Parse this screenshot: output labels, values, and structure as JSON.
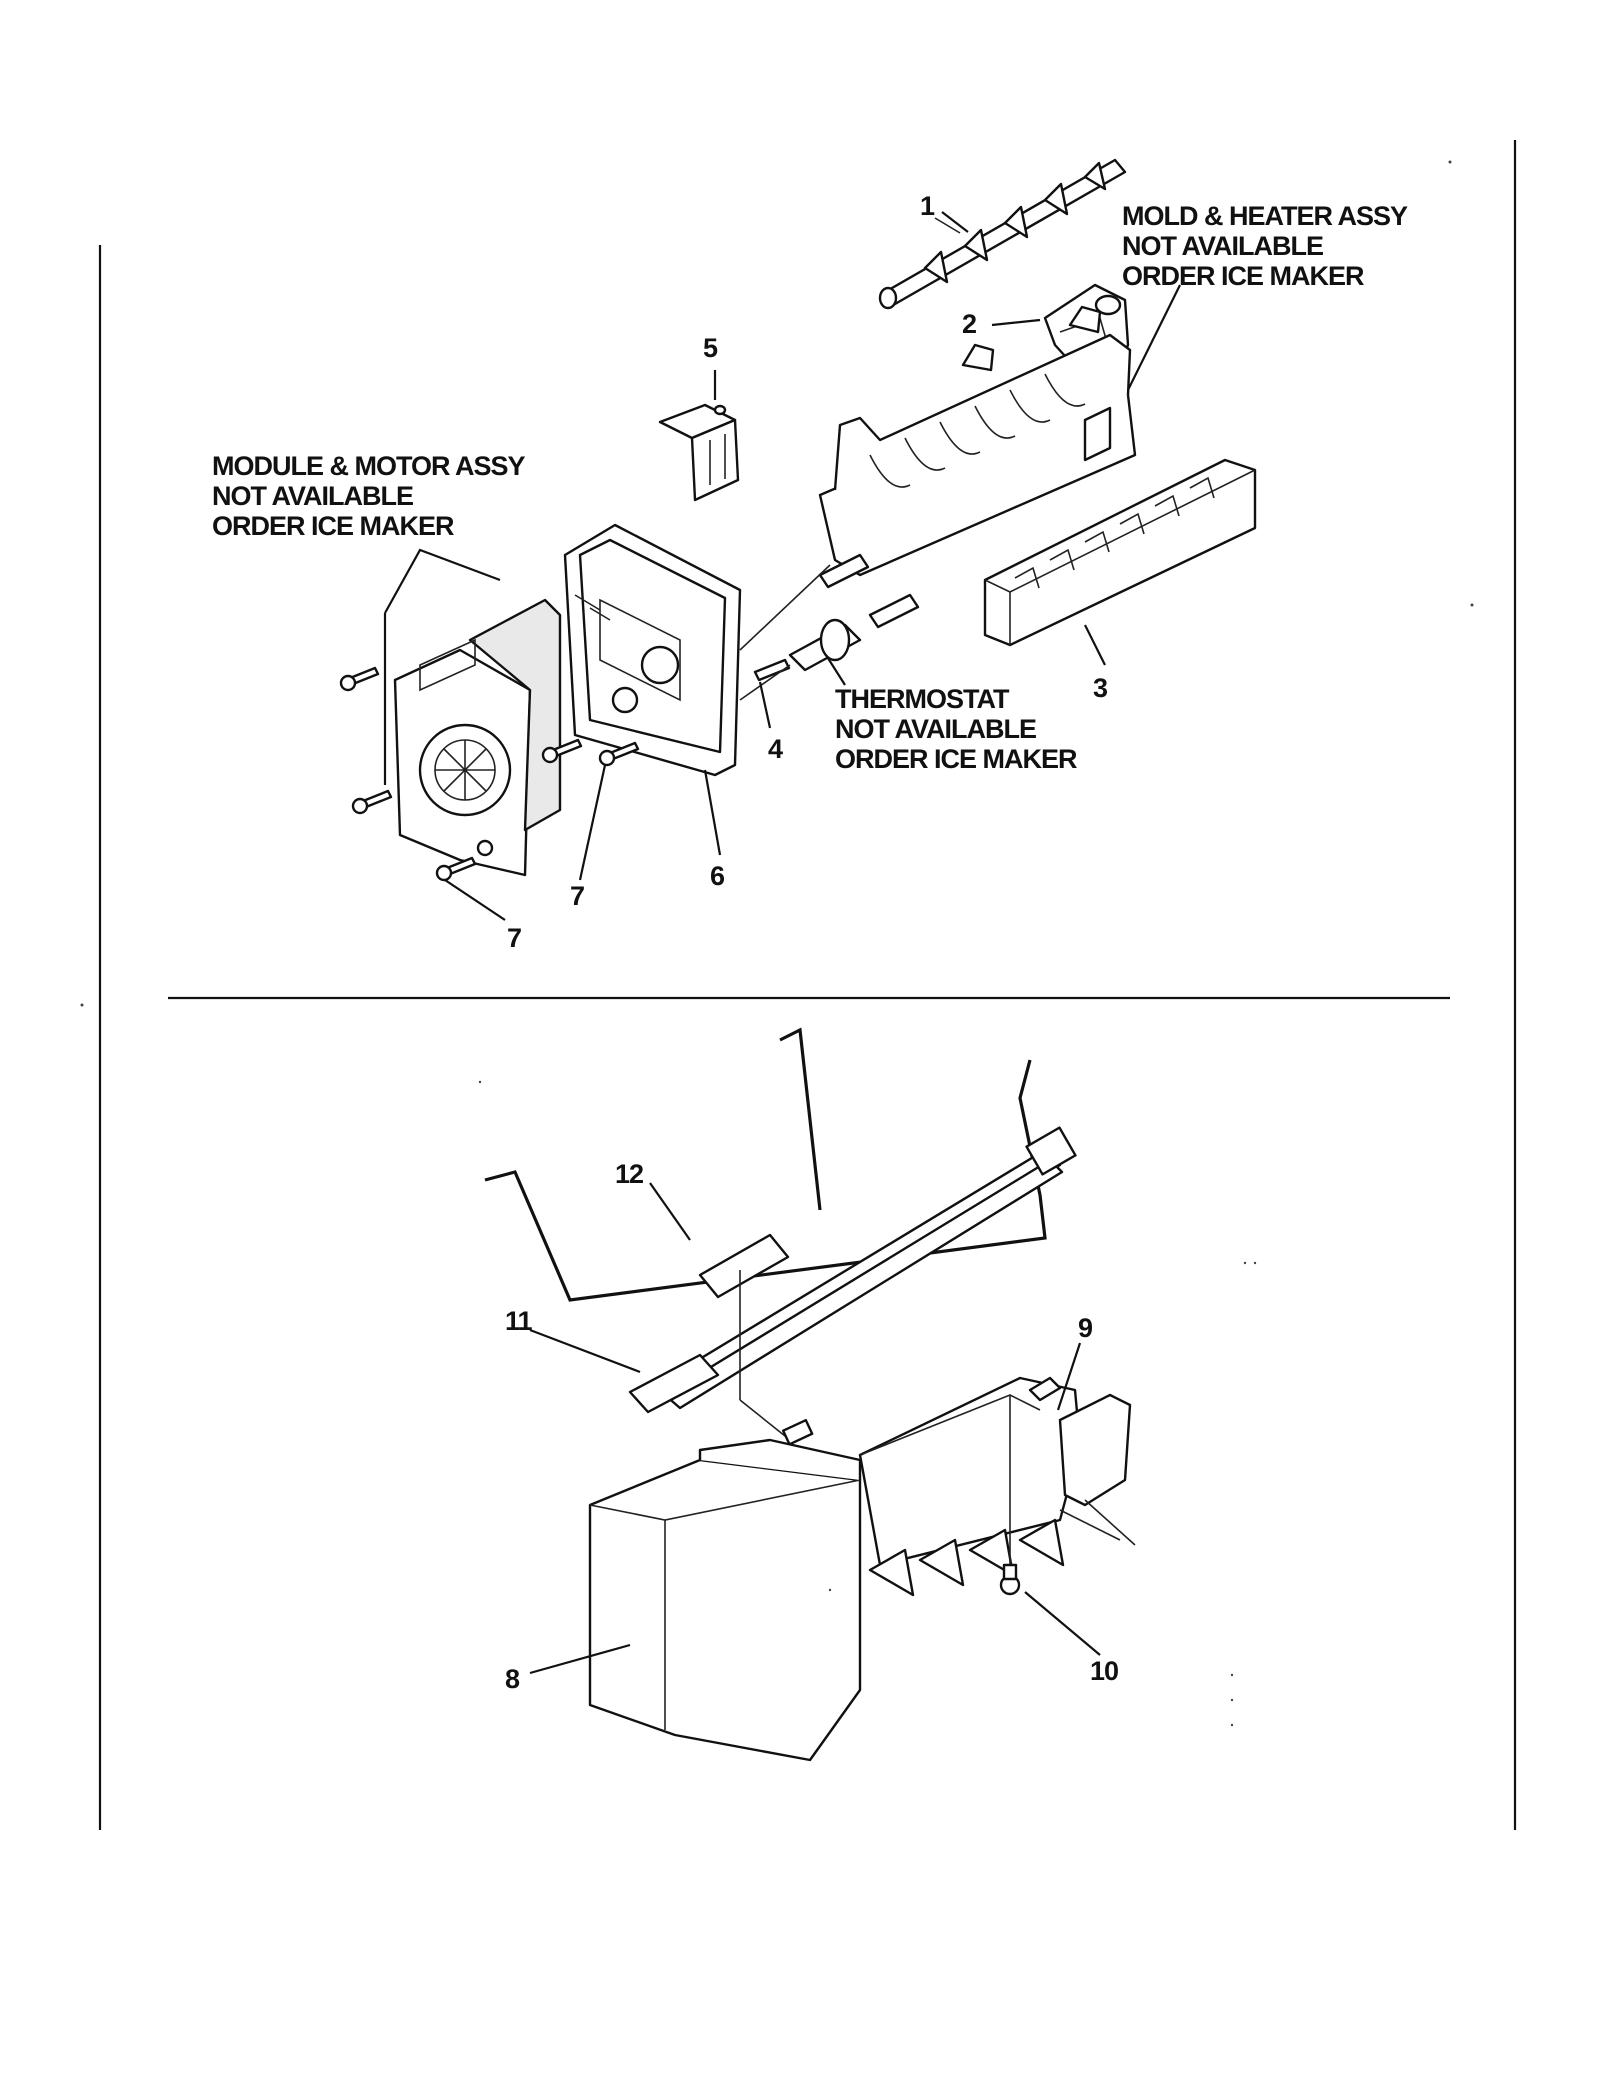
{
  "callouts": {
    "c1": "1",
    "c2": "2",
    "c3": "3",
    "c4": "4",
    "c5": "5",
    "c6": "6",
    "c7a": "7",
    "c7b": "7",
    "c8": "8",
    "c9": "9",
    "c10": "10",
    "c11": "11",
    "c12": "12"
  },
  "notes": {
    "mold_heater": [
      "MOLD & HEATER ASSY",
      "NOT AVAILABLE",
      "ORDER ICE MAKER"
    ],
    "module_motor": [
      "MODULE & MOTOR ASSY",
      "NOT AVAILABLE",
      "ORDER ICE MAKER"
    ],
    "thermostat": [
      "THERMOSTAT",
      "NOT AVAILABLE",
      "ORDER ICE MAKER"
    ]
  }
}
